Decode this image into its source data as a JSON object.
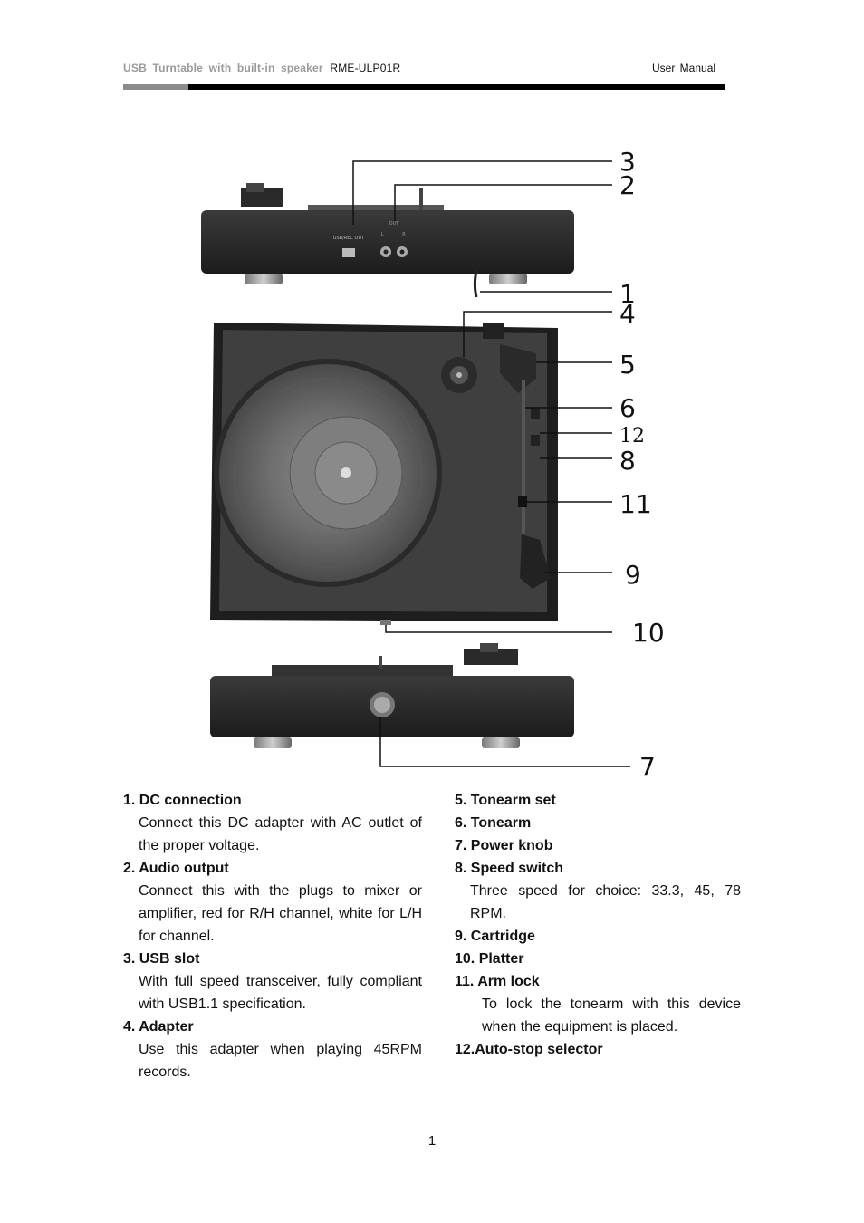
{
  "header": {
    "doc_title": "USB  Turntable  with  built-in  speaker",
    "model": "RME-ULP01R",
    "manual_label": "User  Manual"
  },
  "figure": {
    "callouts": [
      "1",
      "2",
      "3",
      "4",
      "5",
      "6",
      "12",
      "8",
      "11",
      "9",
      "10",
      "7"
    ],
    "panel_labels": {
      "usb_label": "USB/REC OUT",
      "audio_label": "OUT",
      "left": "L",
      "right": "R"
    }
  },
  "items_left": [
    {
      "title": "1. DC connection",
      "desc": "Connect this DC adapter with AC outlet of the proper voltage."
    },
    {
      "title": "2. Audio output",
      "desc": "Connect this with the plugs to mixer or amplifier, red for R/H channel, white for L/H for channel."
    },
    {
      "title": "3. USB slot",
      "desc": "With full speed transceiver, fully compliant with USB1.1 specification."
    },
    {
      "title": "4. Adapter",
      "desc": "Use this adapter when playing 45RPM records."
    }
  ],
  "items_right": [
    {
      "title": "5. Tonearm set",
      "desc": ""
    },
    {
      "title": "6. Tonearm",
      "desc": ""
    },
    {
      "title": "7. Power knob",
      "desc": ""
    },
    {
      "title": "8. Speed switch",
      "desc": "Three speed for choice: 33.3, 45, 78 RPM."
    },
    {
      "title": "9. Cartridge",
      "desc": ""
    },
    {
      "title": "10. Platter",
      "desc": ""
    },
    {
      "title": "11. Arm lock",
      "desc": "To lock the tonearm with this device when the equipment is placed."
    },
    {
      "title": "12.Auto-stop selector",
      "desc": ""
    }
  ],
  "page_number": "1"
}
